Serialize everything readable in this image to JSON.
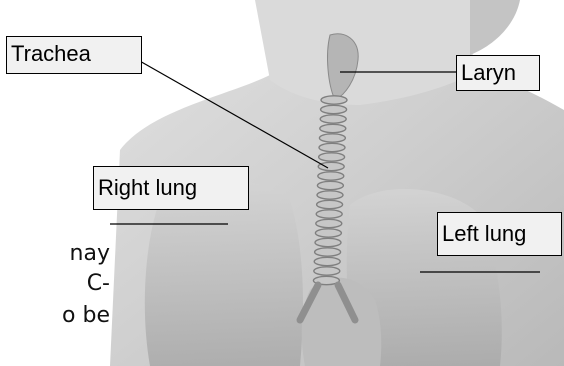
{
  "labels": {
    "trachea": "Trachea",
    "larynx": "Laryn",
    "right_lung": "Right lung",
    "left_lung": "Left lung"
  },
  "background_text": {
    "line1": "nay",
    "line2": "C-",
    "line3": "o be"
  },
  "colors": {
    "label_bg": "#f1f1f1",
    "label_border": "#000000",
    "illustration_tone": "#c9c9c9"
  }
}
